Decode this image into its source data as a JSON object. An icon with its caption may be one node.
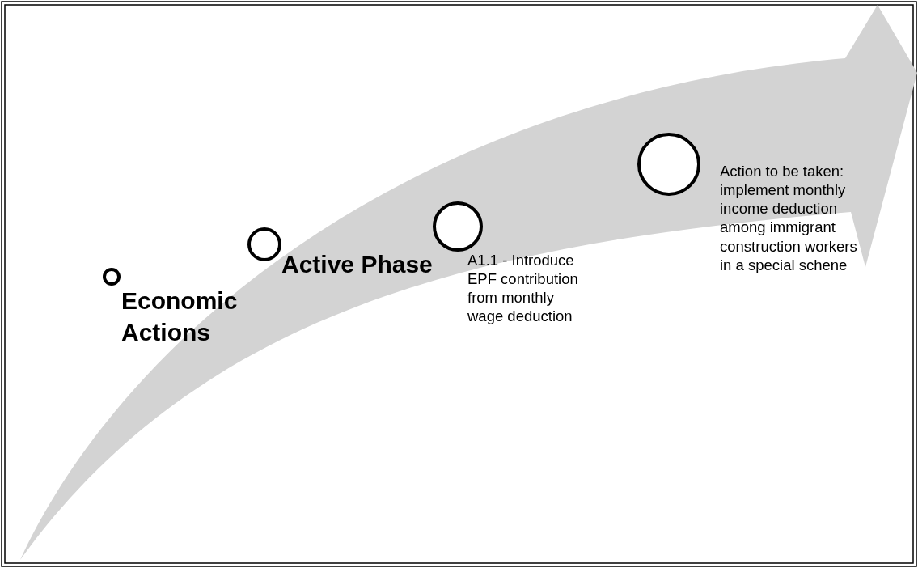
{
  "diagram": {
    "nodes": [
      {
        "text": [],
        "shape": "circle",
        "beside": [
          "Economic Actions"
        ]
      },
      {
        "text": [],
        "shape": "circle",
        "beside": [
          "Active Phase"
        ]
      },
      {
        "text": [],
        "shape": "circle",
        "beside": [
          "A1.1 - Introduce EPF contribution from monthly wage deduction"
        ]
      },
      {
        "text": [],
        "shape": "circle",
        "beside": [
          "Action to be taken: implement monthly income deduction among immigrant construction workers in a special schene"
        ]
      }
    ],
    "edges": []
  }
}
